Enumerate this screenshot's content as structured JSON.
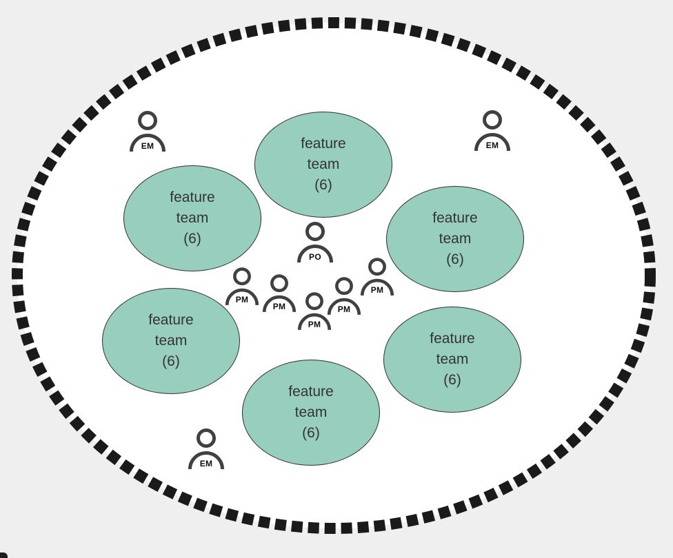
{
  "colors": {
    "background": "#efefef",
    "canvas_fill": "#ffffff",
    "boundary_dash": "#1a1a1a",
    "team_fill": "#98cebd",
    "team_border": "#2e2e2e",
    "team_text": "#333333",
    "icon_stroke": "#404040",
    "role_text": "#0d0d0d"
  },
  "boundary": {
    "shape": "dashed-ellipse"
  },
  "teams": [
    {
      "label": "feature team (6)",
      "line1": "feature",
      "line2": "team",
      "line3": "(6)",
      "position": "top-center"
    },
    {
      "label": "feature team (6)",
      "line1": "feature",
      "line2": "team",
      "line3": "(6)",
      "position": "upper-left"
    },
    {
      "label": "feature team (6)",
      "line1": "feature",
      "line2": "team",
      "line3": "(6)",
      "position": "upper-right"
    },
    {
      "label": "feature team (6)",
      "line1": "feature",
      "line2": "team",
      "line3": "(6)",
      "position": "lower-left"
    },
    {
      "label": "feature team (6)",
      "line1": "feature",
      "line2": "team",
      "line3": "(6)",
      "position": "bottom-center"
    },
    {
      "label": "feature team (6)",
      "line1": "feature",
      "line2": "team",
      "line3": "(6)",
      "position": "lower-right"
    }
  ],
  "people": [
    {
      "role": "EM",
      "position": "top-left"
    },
    {
      "role": "EM",
      "position": "top-right"
    },
    {
      "role": "EM",
      "position": "bottom-left"
    },
    {
      "role": "PO",
      "position": "center-top"
    },
    {
      "role": "PM",
      "position": "center-left"
    },
    {
      "role": "PM",
      "position": "center-mid-left"
    },
    {
      "role": "PM",
      "position": "center-bottom"
    },
    {
      "role": "PM",
      "position": "center-mid-right"
    },
    {
      "role": "PM",
      "position": "center-right"
    }
  ]
}
